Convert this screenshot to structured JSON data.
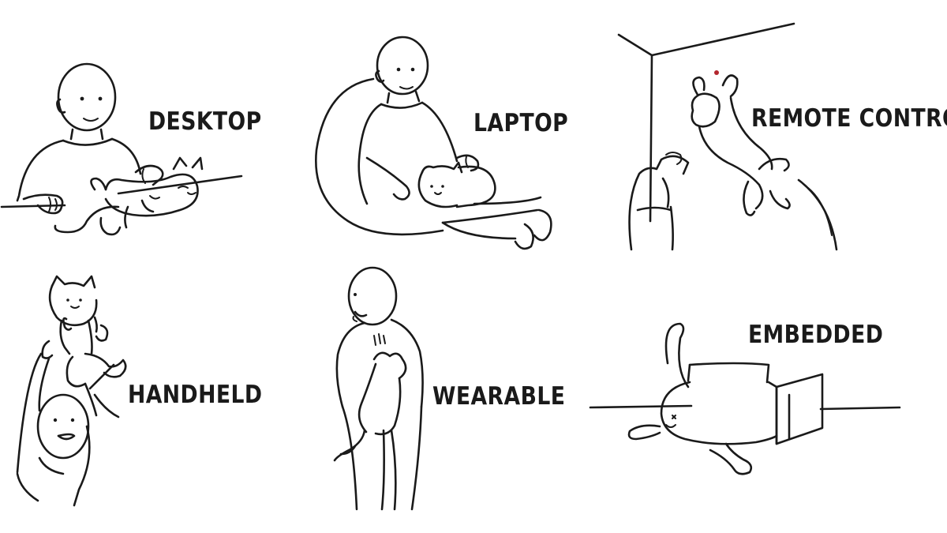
{
  "panels": [
    {
      "id": "desktop",
      "label": "DESKTOP"
    },
    {
      "id": "laptop",
      "label": "LAPTOP"
    },
    {
      "id": "remote-control",
      "label": "REMOTE CONTROL"
    },
    {
      "id": "handheld",
      "label": "HANDHELD"
    },
    {
      "id": "wearable",
      "label": "WEARABLE"
    },
    {
      "id": "embedded",
      "label": "EMBEDDED"
    }
  ],
  "colors": {
    "ink": "#1a1a1a",
    "background": "#ffffff",
    "laser_dot": "#b3262e"
  }
}
